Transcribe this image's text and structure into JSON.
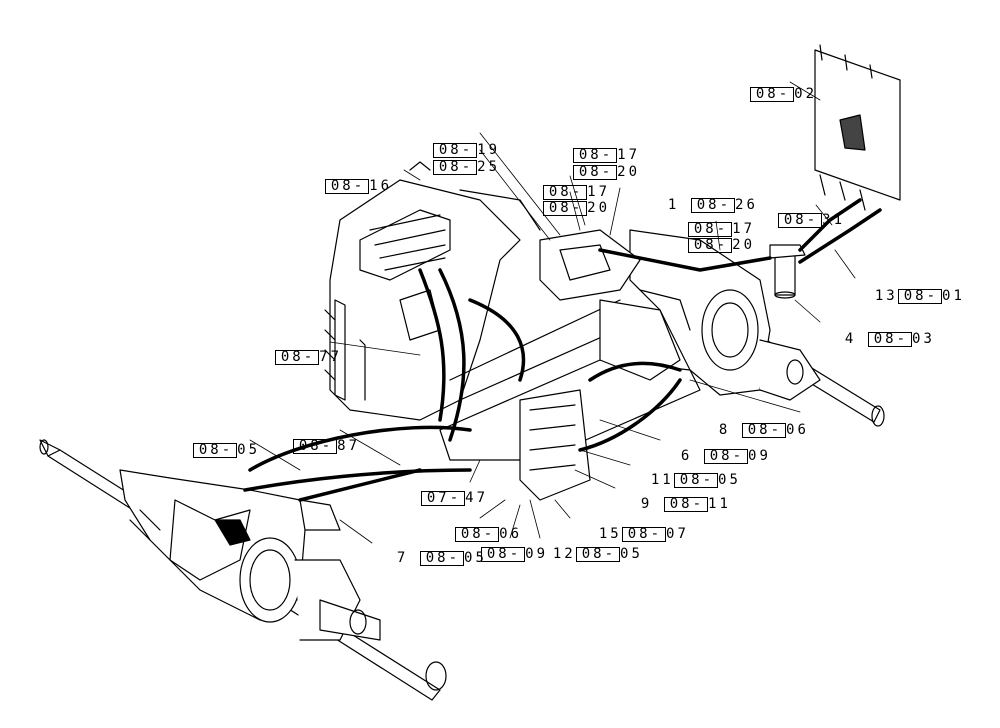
{
  "callouts": [
    {
      "id": "c0802",
      "box": "08-",
      "suffix": "02",
      "prefix": ""
    },
    {
      "id": "c0819",
      "box": "08-",
      "suffix": "19",
      "prefix": ""
    },
    {
      "id": "c0825",
      "box": "08-",
      "suffix": "25",
      "prefix": ""
    },
    {
      "id": "c0817a",
      "box": "08-",
      "suffix": "17",
      "prefix": ""
    },
    {
      "id": "c0820a",
      "box": "08-",
      "suffix": "20",
      "prefix": ""
    },
    {
      "id": "c0826",
      "box": "08-",
      "suffix": "26",
      "prefix": "1"
    },
    {
      "id": "c0816",
      "box": "08-",
      "suffix": "16",
      "prefix": ""
    },
    {
      "id": "c0817b",
      "box": "08-",
      "suffix": "17",
      "prefix": ""
    },
    {
      "id": "c0820b",
      "box": "08-",
      "suffix": "20",
      "prefix": ""
    },
    {
      "id": "c0817c",
      "box": "08-",
      "suffix": "17",
      "prefix": ""
    },
    {
      "id": "c0820c",
      "box": "08-",
      "suffix": "20",
      "prefix": ""
    },
    {
      "id": "c0831",
      "box": "08-",
      "suffix": "31",
      "prefix": ""
    },
    {
      "id": "c0801",
      "box": "08-",
      "suffix": "01",
      "prefix": "13"
    },
    {
      "id": "c0803",
      "box": "08-",
      "suffix": "03",
      "prefix": "4"
    },
    {
      "id": "c0877",
      "box": "08-",
      "suffix": "77",
      "prefix": ""
    },
    {
      "id": "c0806",
      "box": "08-",
      "suffix": "06",
      "prefix": "8"
    },
    {
      "id": "c0809",
      "box": "08-",
      "suffix": "09",
      "prefix": "6"
    },
    {
      "id": "c0805a",
      "box": "08-",
      "suffix": "05",
      "prefix": "11"
    },
    {
      "id": "c0811",
      "box": "08-",
      "suffix": "11",
      "prefix": "9"
    },
    {
      "id": "c0807",
      "box": "08-",
      "suffix": "07",
      "prefix": "15"
    },
    {
      "id": "c0805b",
      "box": "08-",
      "suffix": "05",
      "prefix": ""
    },
    {
      "id": "c0887",
      "box": "08-",
      "suffix": "87",
      "prefix": ""
    },
    {
      "id": "c0747",
      "box": "07-",
      "suffix": "47",
      "prefix": ""
    },
    {
      "id": "c0806b",
      "box": "08-",
      "suffix": "06",
      "prefix": ""
    },
    {
      "id": "c0805c",
      "box": "08-",
      "suffix": "05",
      "prefix": "7"
    },
    {
      "id": "c0809b",
      "box": "08-",
      "suffix": "09",
      "prefix": ""
    },
    {
      "id": "c0805d",
      "box": "08-",
      "suffix": "05",
      "prefix": "12"
    }
  ]
}
